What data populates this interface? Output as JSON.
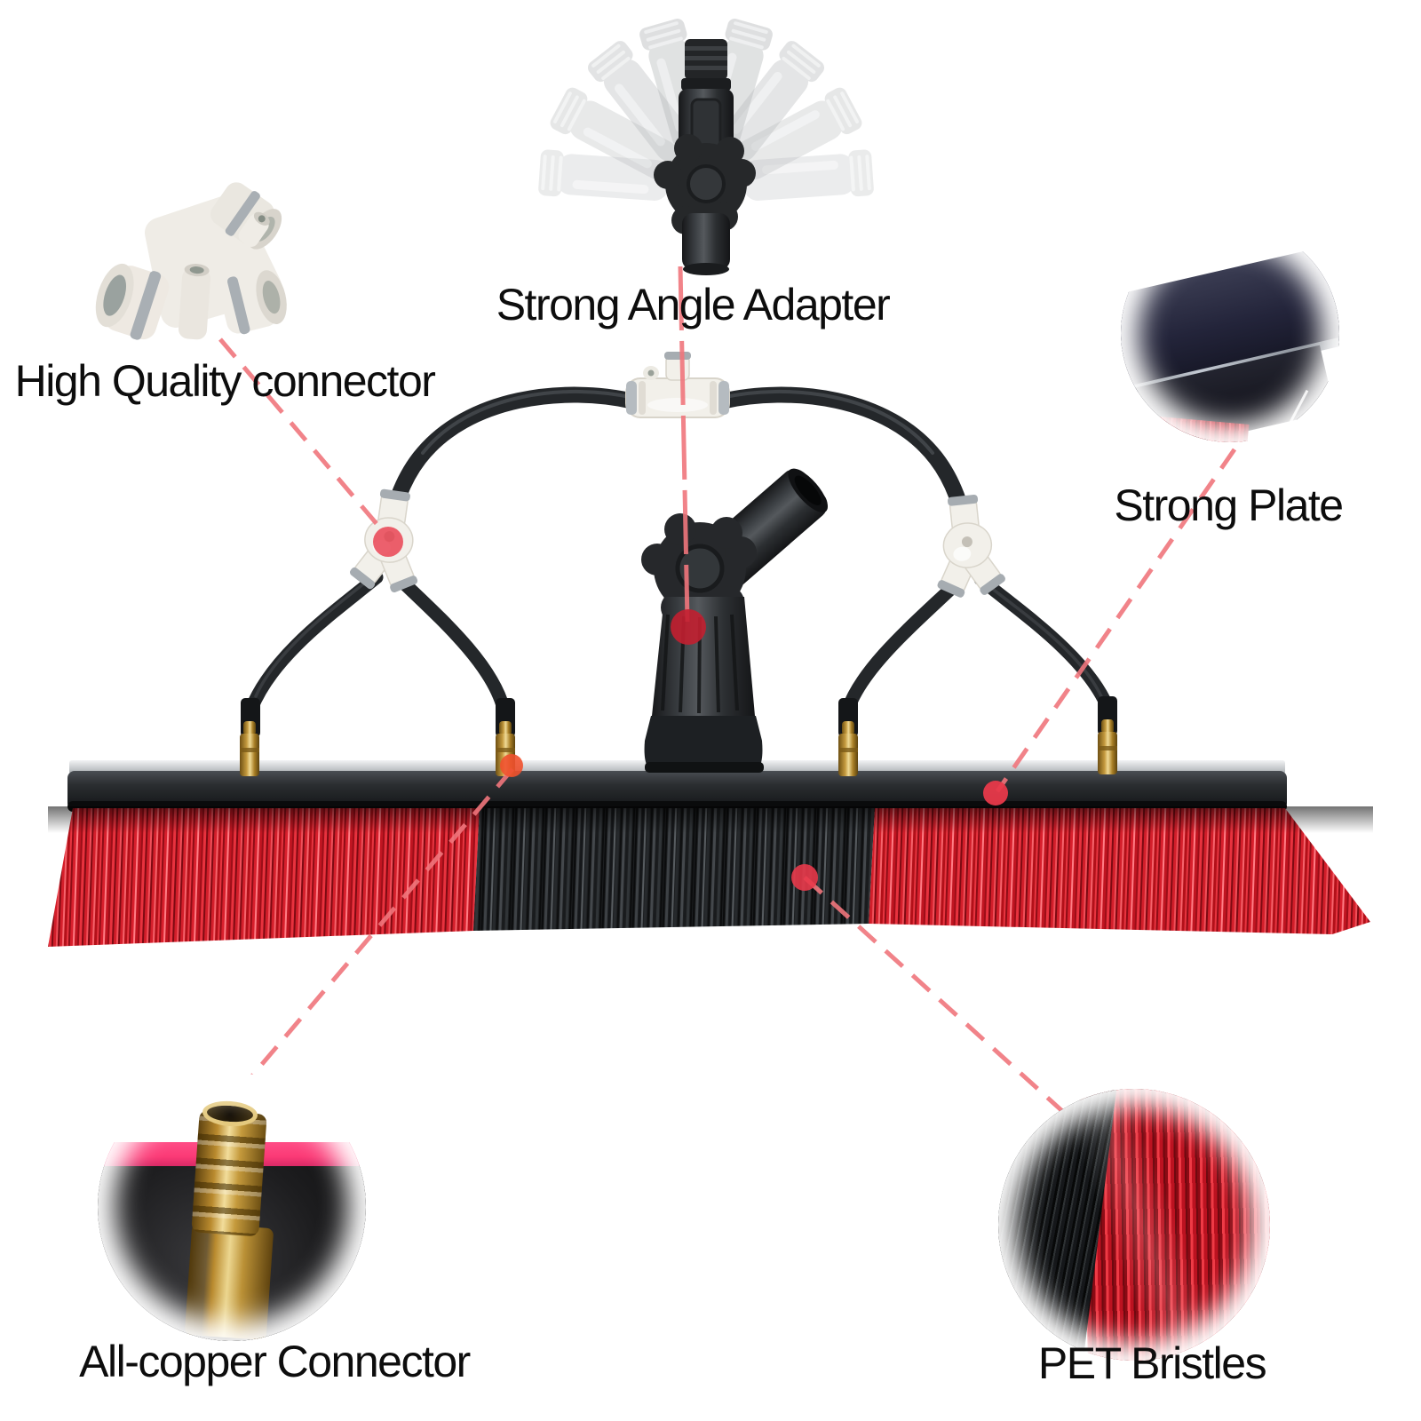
{
  "callouts": {
    "high_quality_connector": {
      "label": "High Quality connector"
    },
    "strong_angle_adapter": {
      "label": "Strong Angle Adapter"
    },
    "strong_plate": {
      "label": "Strong Plate"
    },
    "all_copper_connector": {
      "label": "All-copper Connector"
    },
    "pet_bristles": {
      "label": "PET Bristles"
    }
  },
  "colors": {
    "background": "#ffffff",
    "label_text": "#0d0d0d",
    "leader_line": "#f0757c",
    "anchor_dot": "#e8394a",
    "bristle_red": "#d41f2b",
    "bristle_black": "#1c1e20",
    "brass": "#c49a3e",
    "fitting_white": "#f2f0ea",
    "hose_black": "#24272a",
    "plate_black": "#17191c",
    "plate_navy": "#1b1c2c",
    "pink_stripe": "#fb3a76",
    "ghost_gray": "#b4b7b9"
  }
}
